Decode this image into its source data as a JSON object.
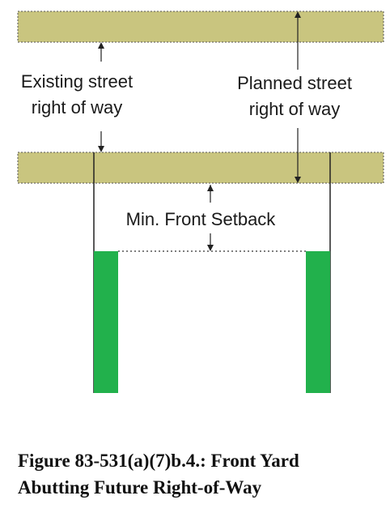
{
  "diagram": {
    "labels": {
      "existing_line1": "Existing street",
      "existing_line2": "right of way",
      "planned_line1": "Planned street",
      "planned_line2": "right of way",
      "setback": "Min. Front Setback"
    },
    "colors": {
      "street": "#c9c57f",
      "building": "#22b14c",
      "line": "#222222"
    }
  },
  "caption": {
    "line1": "Figure 83-531(a)(7)b.4.: Front Yard",
    "line2": "Abutting Future Right-of-Way"
  }
}
